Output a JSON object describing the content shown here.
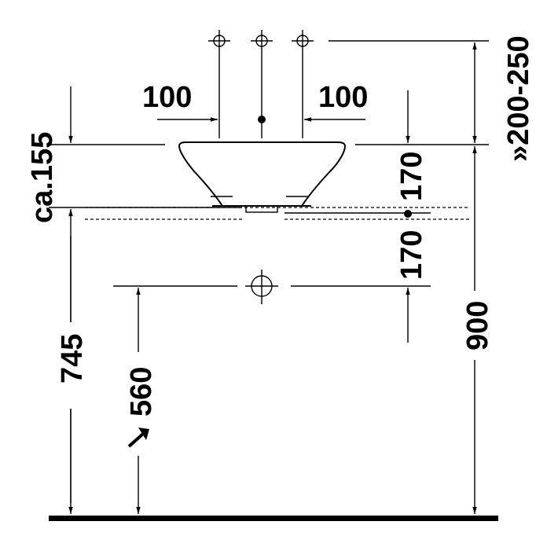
{
  "dimensions": {
    "spacing_left": "100",
    "spacing_right": "100",
    "tap_height": "»200-250",
    "bowl_height": "ca.155",
    "drain_upper": "170",
    "drain_lower": "170",
    "waste_height": "560",
    "counter_height": "745",
    "total_height": "900"
  }
}
